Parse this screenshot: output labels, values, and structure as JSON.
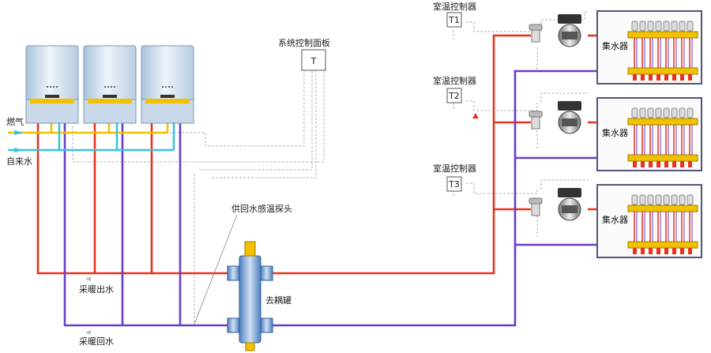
{
  "labels": {
    "gas": "燃气",
    "tap_water": "自来水",
    "system_panel": "系统控制面板",
    "panel_symbol": "T",
    "sensor": "供回水感温探头",
    "supply_out": "采暖出水",
    "return_in": "采暖回水",
    "decoupler": "去耦罐",
    "room_ctrl": "室温控制器",
    "collector": "集水器",
    "t1": "T1",
    "t2": "T2",
    "t3": "T3"
  },
  "colors": {
    "supply": "#e8321e",
    "return": "#6a3cc8",
    "gas": "#f2c200",
    "water": "#38c4e0",
    "control": "#b0b0b0",
    "tank": "#7fa7d9",
    "boiler": "#cfe0f0",
    "frame": "#555577"
  },
  "icons": [
    "boiler-icon",
    "pump-icon",
    "valve-icon",
    "manifold-icon",
    "decoupler-tank-icon",
    "room-thermostat-icon",
    "control-panel-icon"
  ]
}
